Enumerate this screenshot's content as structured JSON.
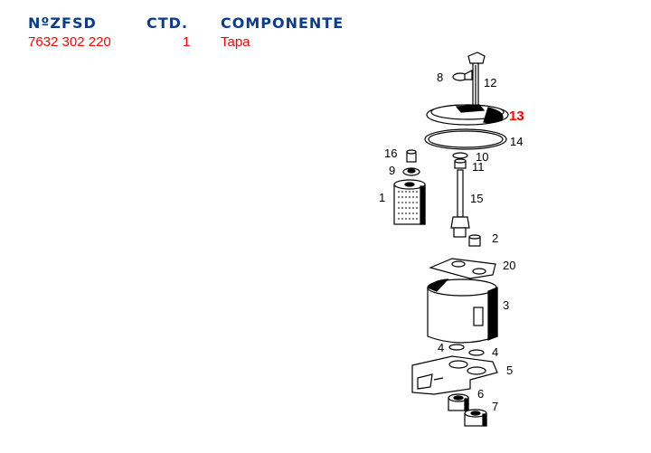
{
  "table": {
    "headers": {
      "part_number": "NºZFSD",
      "quantity": "CTD.",
      "component": "COMPONENTE"
    },
    "rows": [
      {
        "part_number": "7632 302 220",
        "quantity": "1",
        "component": "Tapa"
      }
    ]
  },
  "diagram": {
    "highlighted_part": "13",
    "highlight_color": "#ff0000",
    "header_color": "#0a3b8c",
    "callouts": {
      "p8": "8",
      "p12": "12",
      "p13": "13",
      "p14": "14",
      "p16": "16",
      "p10": "10",
      "p9": "9",
      "p11": "11",
      "p1": "1",
      "p15": "15",
      "p2": "2",
      "p20": "20",
      "p3": "3",
      "p4a": "4",
      "p4b": "4",
      "p5": "5",
      "p6": "6",
      "p7": "7"
    }
  }
}
